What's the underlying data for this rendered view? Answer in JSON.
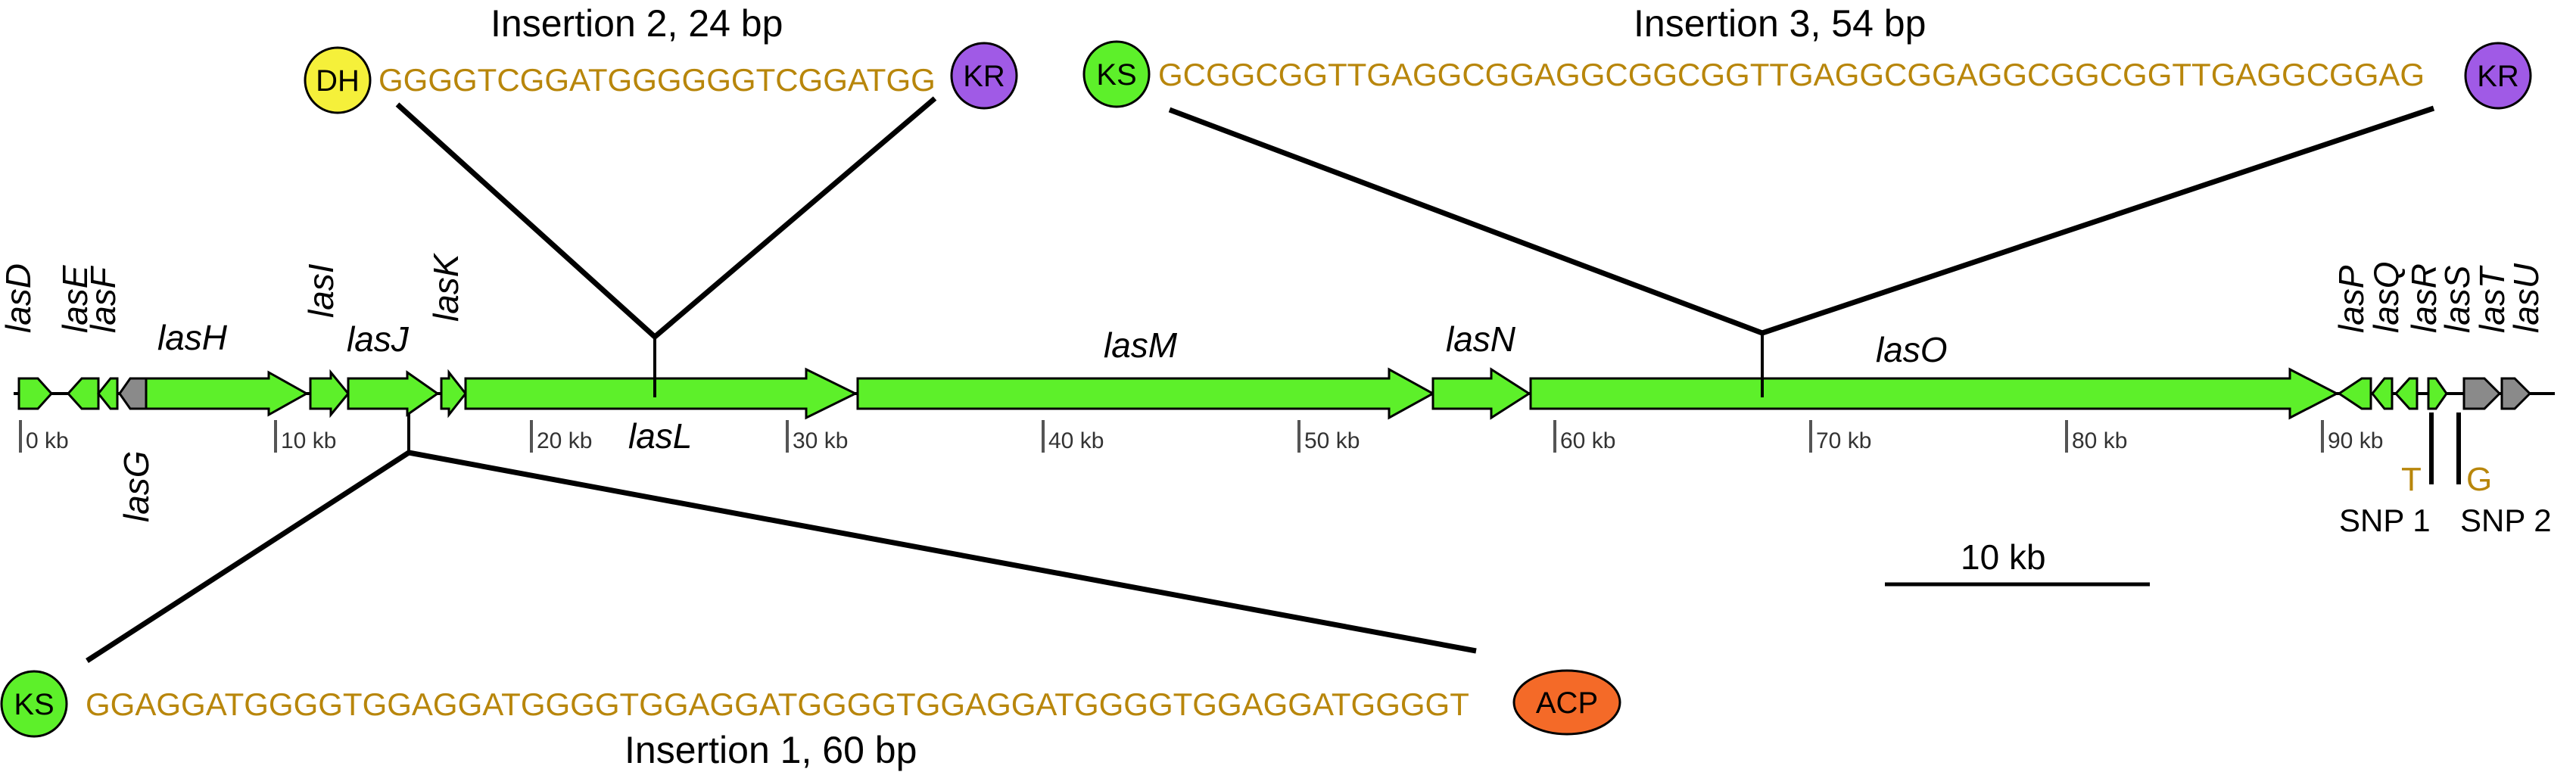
{
  "colors": {
    "gene_green": "#5df02a",
    "gene_grey": "#8a8a8a",
    "sequence_gold": "#b8860b",
    "dh_yellow": "#f5f03a",
    "kr_purple": "#a05ae6",
    "ks_green": "#5df02a",
    "acp_orange": "#f46a28"
  },
  "insertions": [
    {
      "id": "ins1",
      "title": "Insertion 1, 60 bp",
      "sequence": "GGAGGATGGGGTGGAGGATGGGGTGGAGGATGGGGTGGAGGATGGGGTGGAGGATGGGGT",
      "left_domain": "KS",
      "right_domain": "ACP"
    },
    {
      "id": "ins2",
      "title": "Insertion 2, 24 bp",
      "sequence": "GGGGTCGGATGGGGGGTCGGATGG",
      "left_domain": "DH",
      "right_domain": "KR"
    },
    {
      "id": "ins3",
      "title": "Insertion 3, 54 bp",
      "sequence": "GCGGCGGTTGAGGCGGAGGCGGCGGTTGAGGCGGAGGCGGCGGTTGAGGCGGAG",
      "left_domain": "KS",
      "right_domain": "KR"
    }
  ],
  "genes": [
    "lasD",
    "lasE",
    "lasF",
    "lasG",
    "lasH",
    "lasI",
    "lasJ",
    "lasK",
    "lasL",
    "lasM",
    "lasN",
    "lasO",
    "lasP",
    "lasQ",
    "lasR",
    "lasS",
    "lasT",
    "lasU"
  ],
  "ticks": [
    "0 kb",
    "10 kb",
    "20 kb",
    "30 kb",
    "40 kb",
    "50 kb",
    "60 kb",
    "70 kb",
    "80 kb",
    "90 kb"
  ],
  "snps": [
    {
      "label": "SNP 1",
      "base": "T"
    },
    {
      "label": "SNP 2",
      "base": "G"
    }
  ],
  "scale_bar": {
    "label": "10 kb"
  }
}
